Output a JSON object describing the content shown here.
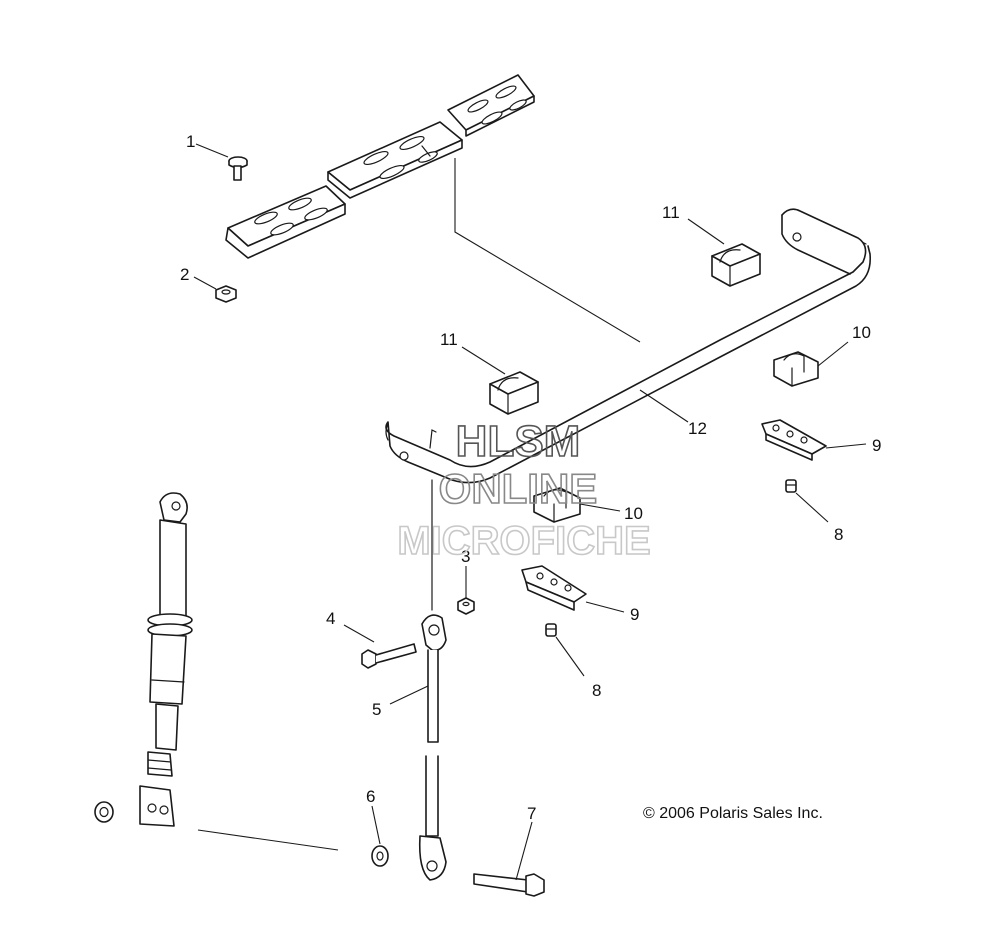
{
  "callouts": [
    "1",
    "2",
    "3",
    "4",
    "5",
    "6",
    "7",
    "8",
    "8",
    "9",
    "9",
    "10",
    "10",
    "11",
    "11",
    "12"
  ],
  "watermark": {
    "line1": "HLSM",
    "line2": "ONLINE",
    "line3": "MICROFICHE"
  },
  "copyright": "© 2006 Polaris Sales Inc.",
  "colors": {
    "line": "#1a1a1a",
    "watermark_dark": "#555555",
    "watermark_light": "#c8c8c8"
  }
}
